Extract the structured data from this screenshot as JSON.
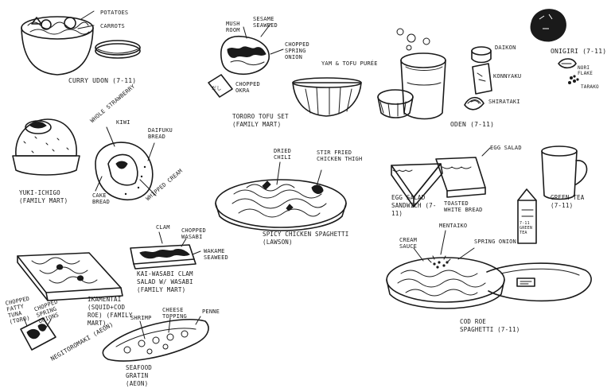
{
  "colors": {
    "ink": "#1a1a1a",
    "paper": "#ffffff"
  },
  "labels": {
    "potatoes": "POTATOES",
    "carrots": "CARROTS",
    "curry_udon": "CURRY UDON (7-11)",
    "mushroom": "MUSH ROOM",
    "sesame_seaweed": "SESAME SEAWEED",
    "chopped_spring_onion": "CHOPPED SPRING ONION",
    "chopped_okra": "CHOPPED OKRA",
    "yam_tofu_puree": "YAM & TOFU PURÉE",
    "tororo_tofu_set": "TORORO TOFU SET (FAMILY MART)",
    "daikon": "DAIKON",
    "konnyaku": "KONNYAKU",
    "shirataki": "SHIRATAKI",
    "oden": "ODEN (7-11)",
    "onigiri": "ONIGIRI (7-11)",
    "nori_flake": "NORI FLAKE",
    "tarako": "TARAKO",
    "whole_strawberry": "WHOLE STRAWBERRY",
    "kiwi": "KIWI",
    "daifuku_bread": "DAIFUKU BREAD",
    "cake_bread": "CAKE BREAD",
    "whipped_cream": "WHIPPED CREAM",
    "yuki_ichigo": "YUKI-ICHIGO (FAMILY MART)",
    "dried_chili": "DRIED CHILI",
    "stir_fried_chicken_thigh": "STIR FRIED CHICKEN THIGH",
    "spicy_chicken_spaghetti": "SPICY CHICKEN SPAGHETTI (LAWSON)",
    "egg_salad": "EGG SALAD",
    "egg_salad_sandwich": "EGG SALAD SANDWICH (7-11)",
    "toasted_white_bread": "TOASTED WHITE BREAD",
    "green_tea": "GREEN TEA (7-11)",
    "clam": "CLAM",
    "chopped_wasabi": "CHOPPED WASABI",
    "wakame_seaweed": "WAKAME SEAWEED",
    "kai_wasabi": "KAI-WASABI CLAM SALAD W/ WASABI (FAMILY MART)",
    "ikamentai": "IKAMENTAI (SQUID+COD ROE) (FAMILY MART)",
    "cream_sauce": "CREAM SAUCE",
    "mentaiko": "MENTAIKO",
    "spring_onion": "SPRING ONION",
    "cod_roe_spaghetti": "COD ROE SPAGHETTI (7-11)",
    "chopped_fatty_tuna": "CHOPPED FATTY TUNA (TORO)",
    "chopped_spring_onions": "CHOPPED SPRING ONIONS",
    "negitoromaki": "NEGITOROMAKI (AEON)",
    "shrimp": "SHRIMP",
    "cheese_topping": "CHEESE TOPPING",
    "penne": "PENNE",
    "seafood_gratin": "SEAFOOD GRATIN (AEON)"
  },
  "package_text": {
    "tofu_sauce": "だし",
    "green_tea_carton": "7-11 GREEN TEA"
  }
}
